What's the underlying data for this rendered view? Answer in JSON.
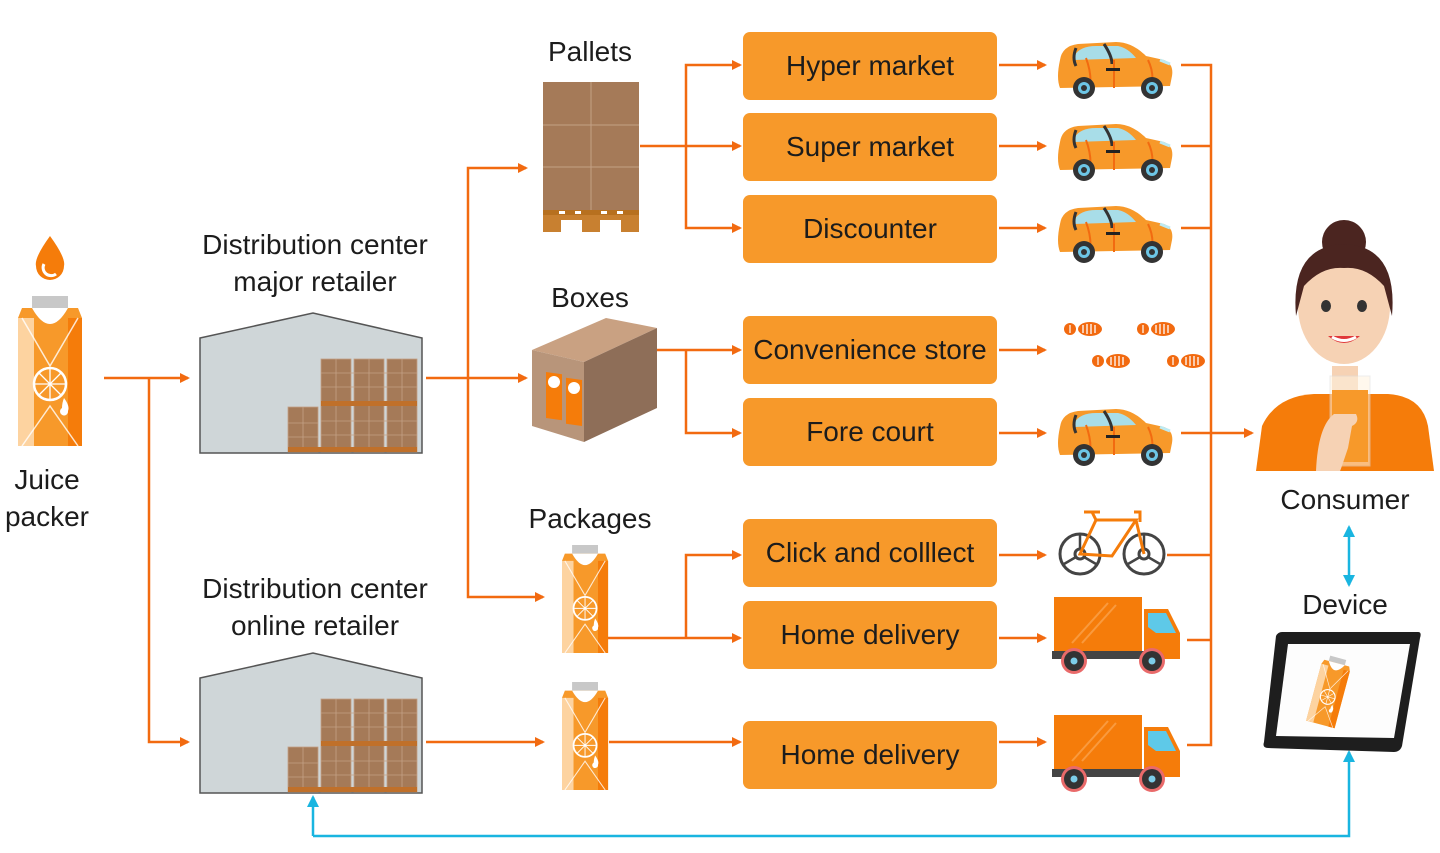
{
  "diagram": {
    "title": "Juice distribution channels",
    "colors": {
      "flow_arrow": "#F26A10",
      "channel_box": "#F7992A",
      "feedback_arrow": "#19B5E0",
      "warehouse": "#CFD6D8",
      "cardboard": "#A57A58"
    },
    "source": {
      "label_line1": "Juice",
      "label_line2": "packer",
      "icon": "juice-carton-icon"
    },
    "distribution_centers": [
      {
        "id": "major",
        "label_line1": "Distribution center",
        "label_line2": "major retailer",
        "icon": "warehouse-icon"
      },
      {
        "id": "online",
        "label_line1": "Distribution center",
        "label_line2": "online retailer",
        "icon": "warehouse-icon"
      }
    ],
    "units": [
      {
        "id": "pallets",
        "label": "Pallets",
        "icon": "pallet-icon"
      },
      {
        "id": "boxes",
        "label": "Boxes",
        "icon": "box-icon"
      },
      {
        "id": "packages",
        "label": "Packages",
        "icon": "juice-carton-icon"
      },
      {
        "id": "online_package",
        "label": "",
        "icon": "juice-carton-icon"
      }
    ],
    "channels": [
      {
        "label": "Hyper market",
        "from": "pallets",
        "transport": "car-icon"
      },
      {
        "label": "Super market",
        "from": "pallets",
        "transport": "car-icon"
      },
      {
        "label": "Discounter",
        "from": "pallets",
        "transport": "car-icon"
      },
      {
        "label": "Convenience store",
        "from": "boxes",
        "transport": "footprints-icon"
      },
      {
        "label": "Fore court",
        "from": "boxes",
        "transport": "car-icon"
      },
      {
        "label": "Click and colllect",
        "from": "packages",
        "transport": "bicycle-icon"
      },
      {
        "label": "Home delivery",
        "from": "packages",
        "transport": "truck-icon"
      },
      {
        "label": "Home delivery",
        "from": "online_package",
        "transport": "truck-icon"
      }
    ],
    "consumer": {
      "label": "Consumer",
      "icon": "woman-drinking-juice-icon"
    },
    "device": {
      "label": "Device",
      "icon": "tablet-icon"
    }
  }
}
